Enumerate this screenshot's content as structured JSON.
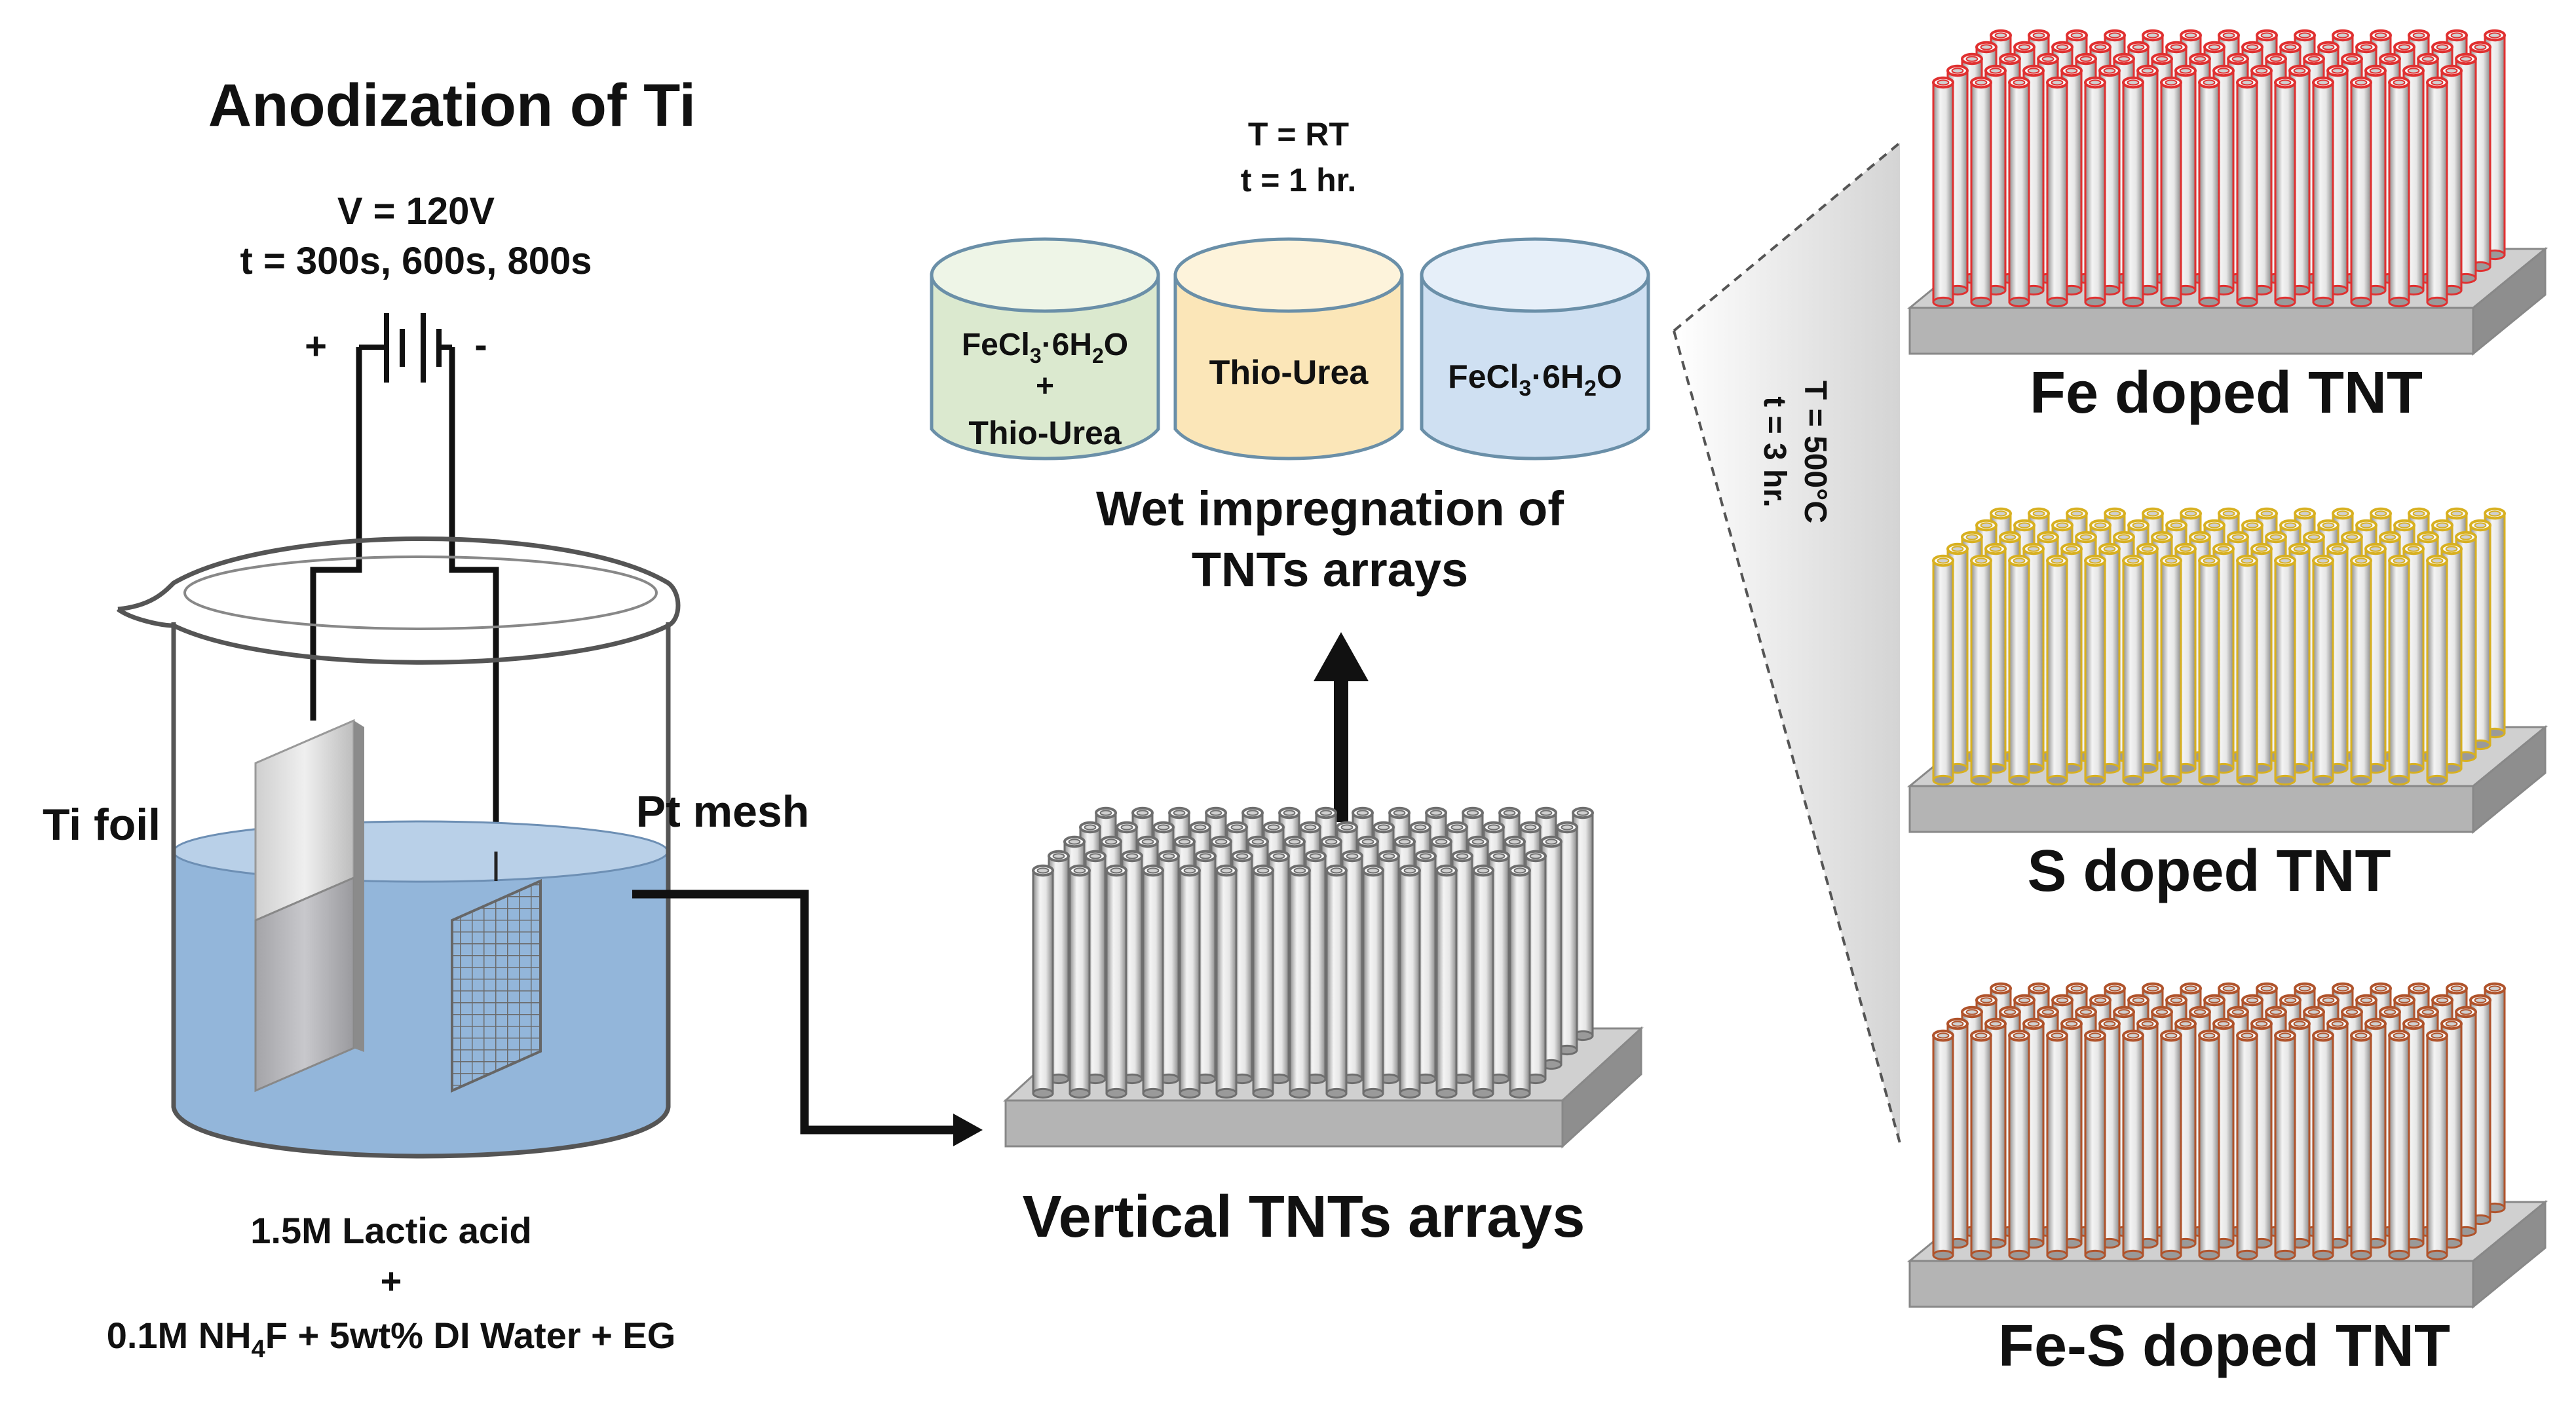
{
  "anodization": {
    "title": "Anodization of Ti",
    "voltage": "V = 120V",
    "times": "t =  300s, 600s, 800s",
    "plus": "+",
    "minus": "-",
    "ti_foil_label": "Ti foil",
    "pt_mesh_label": "Pt mesh",
    "electrolyte_line1": "1.5M Lactic acid",
    "electrolyte_line2": "+",
    "electrolyte_line3_a": "0.1M NH",
    "electrolyte_line3_sub": "4",
    "electrolyte_line3_b": "F + 5wt% DI Water + EG"
  },
  "impregnation": {
    "temp": "T = RT",
    "time": "t = 1 hr.",
    "beaker1_line1_a": "FeCl",
    "beaker1_line1_sub1": "3",
    "beaker1_line1_b": "·6H",
    "beaker1_line1_sub2": "2",
    "beaker1_line1_c": "O",
    "beaker1_line2": "+",
    "beaker1_line3": "Thio-Urea",
    "beaker2_label": "Thio-Urea",
    "beaker3_a": "FeCl",
    "beaker3_sub1": "3",
    "beaker3_b": "·6H",
    "beaker3_sub2": "2",
    "beaker3_c": "O",
    "caption_line1": "Wet impregnation of",
    "caption_line2": "TNTs arrays",
    "colors": {
      "green": "#dbe9cf",
      "yellow": "#fbe6b8",
      "blue": "#cfe0f2"
    }
  },
  "vertical_arrays": {
    "label": "Vertical TNTs arrays"
  },
  "annealing": {
    "temp": "T = 500°C",
    "time": "t = 3 hr."
  },
  "products": [
    {
      "label": "Fe doped TNT",
      "color": "#e03030"
    },
    {
      "label": "S doped TNT",
      "color": "#d8b020"
    },
    {
      "label": "Fe-S doped TNT",
      "color": "#b0532b"
    }
  ]
}
